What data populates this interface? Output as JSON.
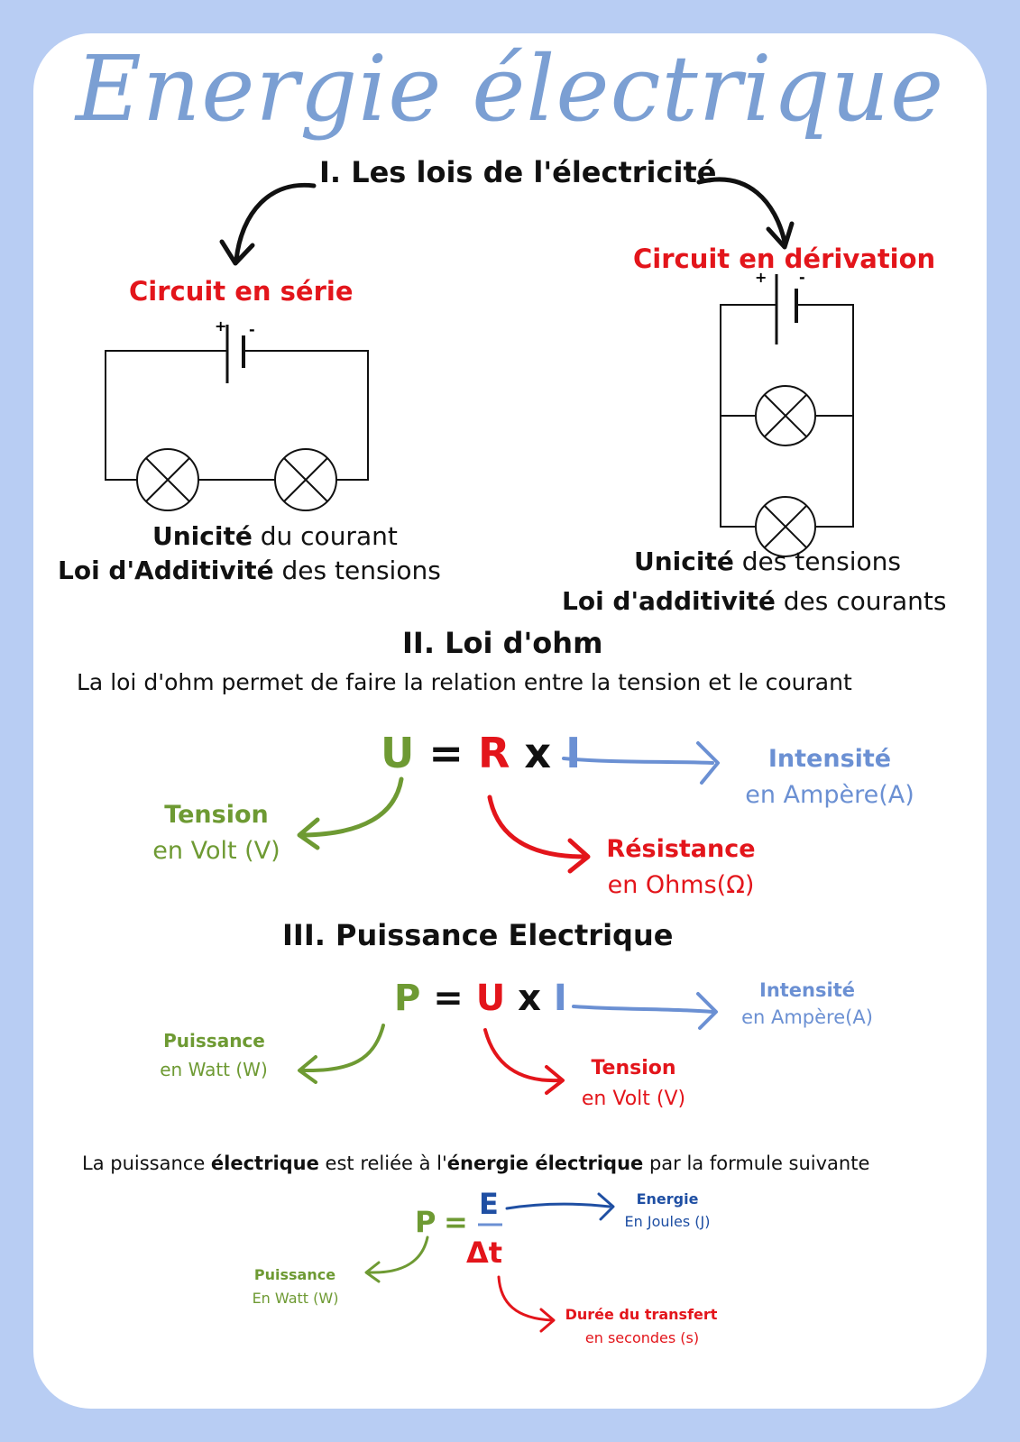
{
  "title": "Energie électrique",
  "section1": {
    "title": "I. Les lois de l'électricité",
    "serie": {
      "title": "Circuit en série",
      "plus": "+",
      "minus": "-",
      "line1_bold": "Unicité",
      "line1_rest": " du courant",
      "line2_bold": "Loi d'Additivité",
      "line2_rest": " des tensions"
    },
    "derivation": {
      "title": "Circuit en dérivation",
      "plus": "+",
      "minus": "-",
      "line1_bold": "Unicité",
      "line1_rest": " des tensions",
      "line2_bold": "Loi d'additivité",
      "line2_rest": " des courants"
    }
  },
  "section2": {
    "title": "II. Loi d'ohm",
    "text": "La loi d'ohm permet de faire la relation entre la tension et le courant",
    "formula": {
      "u": "U",
      "eq": "=",
      "r": "R",
      "x": "x",
      "i": "I"
    },
    "intensite": {
      "label": "Intensité",
      "unit": "en Ampère(A)"
    },
    "tension": {
      "label": "Tension",
      "unit": "en Volt (V)"
    },
    "resistance": {
      "label": "Résistance",
      "unit": "en Ohms(Ω)"
    }
  },
  "section3": {
    "title": "III.  Puissance Electrique",
    "formula": {
      "p": "P",
      "eq": "=",
      "u": "U",
      "x": "x",
      "i": "I"
    },
    "intensite": {
      "label": "Intensité",
      "unit": "en Ampère(A)"
    },
    "puissance": {
      "label": "Puissance",
      "unit": "en Watt (W)"
    },
    "tension": {
      "label": "Tension",
      "unit": "en Volt (V)"
    },
    "sentence": {
      "p1": "La puissance ",
      "b1": "électrique",
      "p2": " est reliée à l'",
      "b2": "énergie électrique",
      "p3": " par la formule suivante"
    },
    "formula2": {
      "p": "P",
      "eq": "=",
      "e": "E",
      "dt": "Δt"
    },
    "energie": {
      "label": "Energie",
      "unit": "En Joules (J)"
    },
    "puissance2": {
      "label": "Puissance",
      "unit": "En Watt (W)"
    },
    "duree": {
      "label": "Durée du transfert",
      "unit": "en secondes (s)"
    }
  },
  "colors": {
    "background": "#b8cdf3",
    "title": "#7b9fd3",
    "red": "#e3151b",
    "green": "#6e9a33",
    "blue": "#6b90d3",
    "dark_blue": "#1f4fa3"
  }
}
